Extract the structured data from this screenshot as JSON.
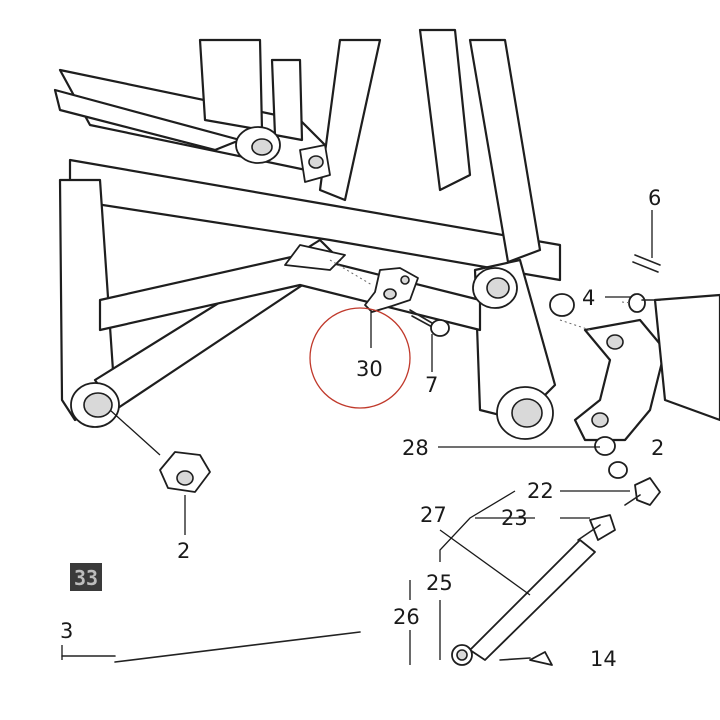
{
  "callouts": {
    "c30": "30",
    "c7": "7",
    "c2": "2",
    "c28": "28",
    "c22": "22",
    "c23": "23",
    "c27": "27",
    "c25": "25",
    "c26": "26",
    "c3": "3",
    "c14": "14",
    "c4": "4",
    "c6": "6",
    "c2b": "2"
  },
  "badge": {
    "text": "33"
  },
  "highlight": {
    "stroke_color": "#c0392b"
  }
}
